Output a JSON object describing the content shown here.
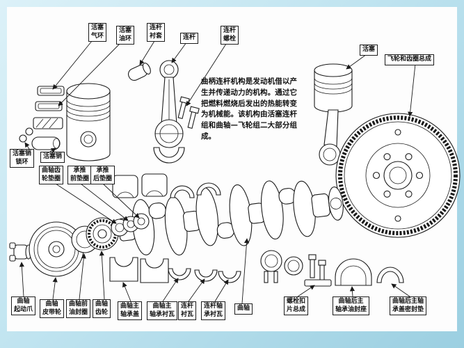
{
  "colors": {
    "background_top": "#dcf1f8",
    "background_bottom": "#9bcfe1",
    "paper": "#fdfdfd",
    "ink": "#1a1a1a"
  },
  "description": "曲柄连杆机构是发动机借以产生并传递动力的机构。通过它把燃料燃烧后发出的热能转变为机械能。该机构由活塞连杆组和曲轴—飞轮组二大部分组成。",
  "labels": {
    "piston_gas_ring": "活塞\n气环",
    "piston_oil_ring": "活塞\n油环",
    "rod_bushing": "连杆\n衬套",
    "connecting_rod": "连杆",
    "rod_bolt": "连杆\n螺栓",
    "piston": "活塞",
    "flywheel_assembly": "飞轮和齿圈总成",
    "piston_pin_circlip": "活塞销\n锁环",
    "piston_pin": "活塞销",
    "crank_gear_washer": "曲轴齿\n轮垫圈",
    "thrust_front_washer": "承推\n前垫圈",
    "thrust_rear_washer": "承推\n后垫圈",
    "crank_starting_claw": "曲轴\n起动爪",
    "crank_pulley": "曲轴\n皮带轮",
    "crank_front_oil_seal": "曲轴前\n油封圈",
    "crank_gear": "曲轴\n齿轮",
    "main_bearing_cap": "曲轴主\n轴承盖",
    "main_bearing_shell": "曲轴主\n轴承衬瓦",
    "rod_shell": "连杆\n衬瓦",
    "rod_bearing_shell": "连杆轴\n承衬瓦",
    "crankshaft": "曲轴",
    "bolt_lock_plate_assembly": "螺栓扣\n片总成",
    "rear_main_oil_seal_seat": "曲轴后主\n轴承油封座",
    "rear_main_cap_gasket": "曲轴后主轴\n承盖密封垫"
  }
}
